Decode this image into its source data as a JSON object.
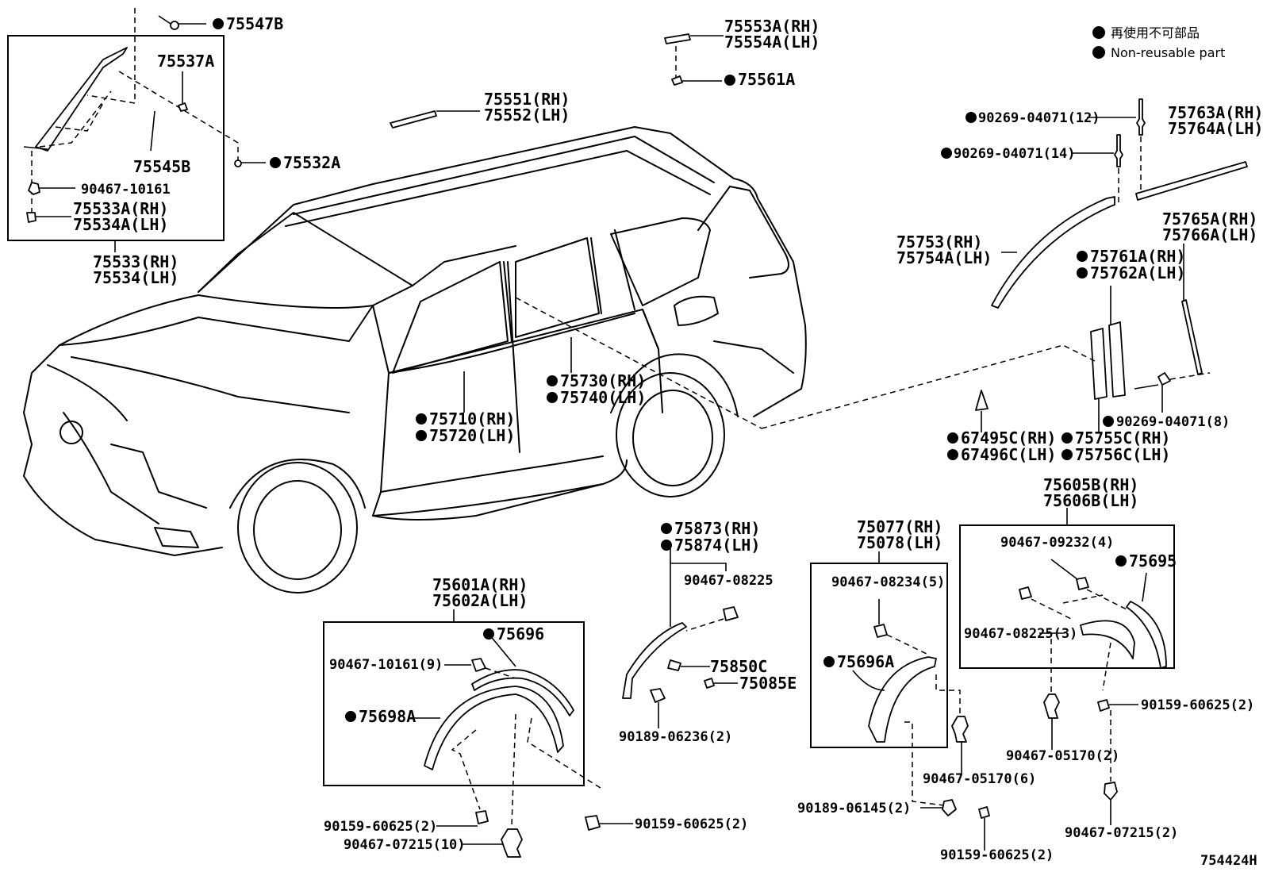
{
  "legend": {
    "jp": "再使用不可部品",
    "en": "Non-reusable part"
  },
  "diagram_id": "754424H",
  "labels": {
    "l_75547B": "75547B",
    "l_75537A": "75537A",
    "l_75545B": "75545B",
    "l_75532A": "75532A",
    "l_90467_10161_top": "90467-10161",
    "l_75533A": "75533A(RH)",
    "l_75534A": "75534A(LH)",
    "l_75533": "75533(RH)",
    "l_75534": "75534(LH)",
    "l_75553A": "75553A(RH)",
    "l_75554A": "75554A(LH)",
    "l_75561A": "75561A",
    "l_75551": "75551(RH)",
    "l_75552": "75552(LH)",
    "l_90269_12": "90269-04071(12)",
    "l_90269_14": "90269-04071(14)",
    "l_75763A": "75763A(RH)",
    "l_75764A": "75764A(LH)",
    "l_75753": "75753(RH)",
    "l_75754A": "75754A(LH)",
    "l_75765A": "75765A(RH)",
    "l_75766A": "75766A(LH)",
    "l_75761A": "75761A(RH)",
    "l_75762A": "75762A(LH)",
    "l_90269_8": "90269-04071(8)",
    "l_67495C": "67495C(RH)",
    "l_67496C": "67496C(LH)",
    "l_75755C": "75755C(RH)",
    "l_75756C": "75756C(LH)",
    "l_75730": "75730(RH)",
    "l_75740": "75740(LH)",
    "l_75710": "75710(RH)",
    "l_75720": "75720(LH)",
    "l_75605B": "75605B(RH)",
    "l_75606B": "75606B(LH)",
    "l_90467_09232": "90467-09232(4)",
    "l_75695": "75695",
    "l_90467_08225_3": "90467-08225(3)",
    "l_90159_r": "90159-60625(2)",
    "l_90467_05170_2": "90467-05170(2)",
    "l_90467_07215_2": "90467-07215(2)",
    "l_75077": "75077(RH)",
    "l_75078": "75078(LH)",
    "l_90467_08234": "90467-08234(5)",
    "l_75696A": "75696A",
    "l_90467_05170_6": "90467-05170(6)",
    "l_90189_06145": "90189-06145(2)",
    "l_90159_mb": "90159-60625(2)",
    "l_75873": "75873(RH)",
    "l_75874": "75874(LH)",
    "l_90467_08225": "90467-08225",
    "l_75850C": "75850C",
    "l_75085E": "75085E",
    "l_90189_06236": "90189-06236(2)",
    "l_75601A": "75601A(RH)",
    "l_75602A": "75602A(LH)",
    "l_75696": "75696",
    "l_90467_10161_9": "90467-10161(9)",
    "l_75698A": "75698A",
    "l_90159_ll": "90159-60625(2)",
    "l_90159_lr": "90159-60625(2)",
    "l_90467_07215_10": "90467-07215(10)"
  }
}
